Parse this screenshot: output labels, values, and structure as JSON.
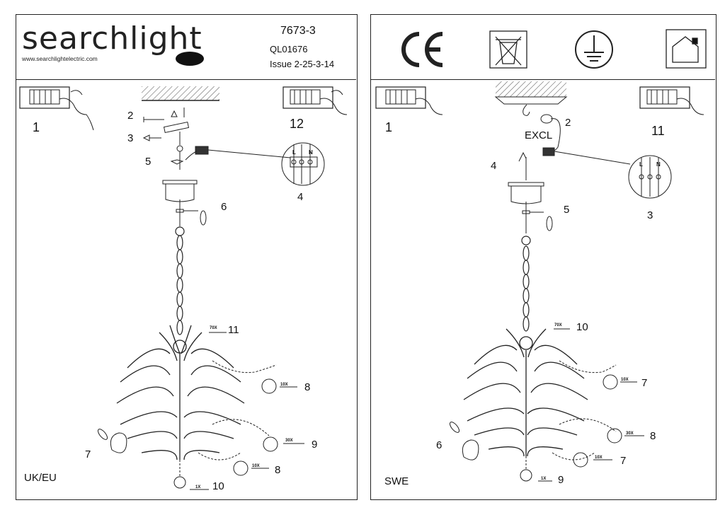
{
  "left": {
    "brand": "searchlight",
    "url": "www.searchlightelectric.com",
    "product_code": "7673-3",
    "ref_code": "QL01676",
    "issue": "Issue 2-25-3-14",
    "region": "UK/EU",
    "step_labels": {
      "s1": "1",
      "s2": "2",
      "s3": "3",
      "s4": "4",
      "s5": "5",
      "s6": "6",
      "s7": "7",
      "s8a": "8",
      "s8b": "8",
      "s9": "9",
      "s10": "10",
      "s11": "11",
      "s12": "12"
    },
    "terminal_labels": {
      "l": "L",
      "n": "N"
    },
    "quantities": {
      "q70": "70X",
      "q10a": "10X",
      "q30": "30X",
      "q10b": "10X",
      "q1": "1X"
    }
  },
  "right": {
    "region": "SWE",
    "excl": "EXCL",
    "step_labels": {
      "s1": "1",
      "s2": "2",
      "s3": "3",
      "s4": "4",
      "s5": "5",
      "s6": "6",
      "s7a": "7",
      "s7b": "7",
      "s8": "8",
      "s9": "9",
      "s10": "10",
      "s11": "11"
    },
    "terminal_labels": {
      "l": "L",
      "n": "N"
    },
    "quantities": {
      "q70": "70X",
      "q10a": "10X",
      "q30": "30X",
      "q10b": "10X",
      "q1": "1X"
    },
    "symbols": [
      "ce-mark-icon",
      "weee-bin-icon",
      "earth-ground-icon",
      "indoor-use-icon"
    ]
  }
}
